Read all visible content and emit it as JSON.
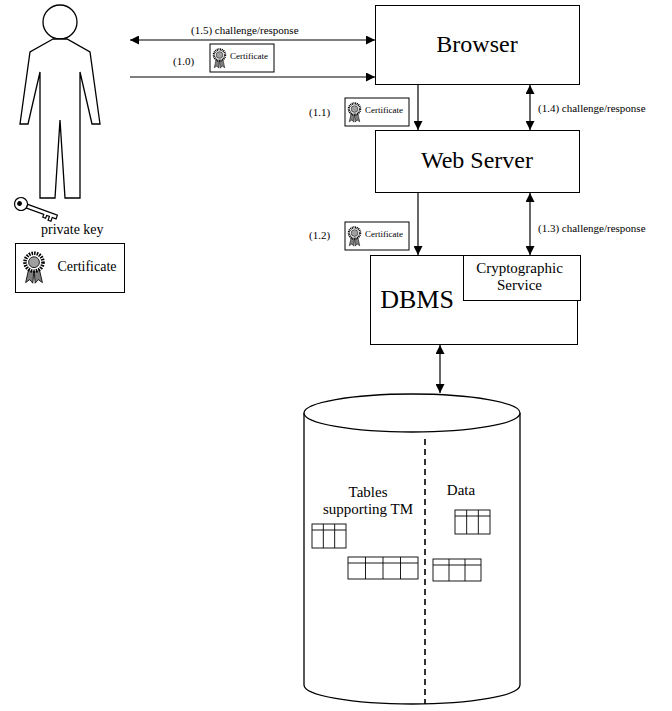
{
  "diagram": {
    "nodes": [
      {
        "text": []
      },
      {
        "text": [
          "Browser"
        ]
      },
      {
        "text": [
          "Web Server"
        ]
      },
      {
        "text": [
          "DBMS"
        ]
      },
      {
        "text": [
          "Cryptographic Service"
        ],
        "in": 3
      },
      {
        "text": [
          "Tables supporting TM",
          "Data"
        ]
      },
      {
        "text": [
          "Certificate"
        ]
      }
    ],
    "edges": [
      {
        "from": 0,
        "to": 1,
        "arrow": "both",
        "label": "(1.5) challenge/response"
      },
      {
        "from": 0,
        "to": 1,
        "arrow": "to",
        "label": "(1.0)"
      },
      {
        "from": 1,
        "to": 2,
        "arrow": "to",
        "label": "(1.1)"
      },
      {
        "from": 1,
        "to": 2,
        "arrow": "both",
        "label": "(1.4) challenge/response"
      },
      {
        "from": 2,
        "to": 3,
        "arrow": "to",
        "label": "(1.2)"
      },
      {
        "from": 2,
        "to": 3,
        "arrow": "both",
        "label": "(1.3) challenge/response"
      },
      {
        "from": 3,
        "to": 5,
        "arrow": "both"
      }
    ],
    "labels": [
      "private key",
      "Certificate",
      "Certificate",
      "Certificate"
    ]
  }
}
